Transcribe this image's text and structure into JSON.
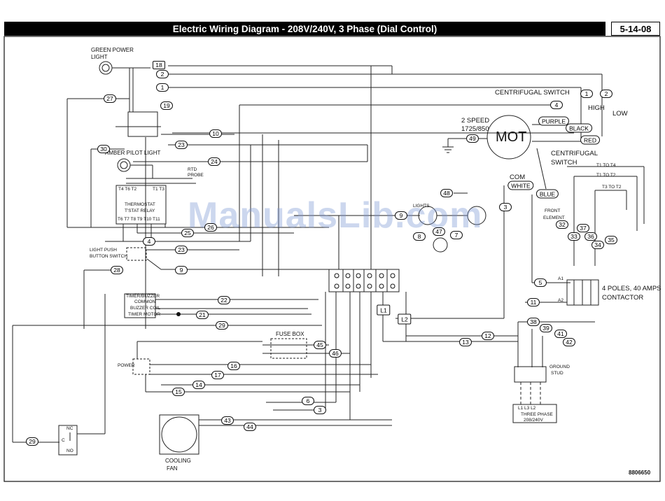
{
  "header": {
    "title": "Electric Wiring Diagram - 208V/240V, 3 Phase  (Dial Control)",
    "date": "5-14-08"
  },
  "labels": {
    "green_power_light_1": "GREEN POWER",
    "green_power_light_2": "LIGHT",
    "amber_pilot_light": "AMBER PILOT LIGHT",
    "rtd_probe_1": "RTD",
    "rtd_probe_2": "PROBE",
    "thermostat_1": "THERMOSTAT",
    "thermostat_2": "T'STAT RELAY",
    "light_push_1": "LIGHT PUSH",
    "light_push_2": "BUTTON SWITCH",
    "timer_buzzer": "TIMER/BUZZER",
    "timer_common": "COMMON",
    "timer_buzzer_coil": "BUZZER COIL",
    "timer_motor": "TIMER MOTOR",
    "fuse_box": "FUSE BOX",
    "power": "POWER",
    "cooling_fan_1": "COOLING",
    "cooling_fan_2": "FAN",
    "centrifugal_switch_top": "CENTRIFUGAL SWITCH",
    "high": "HIGH",
    "low": "LOW",
    "two_speed_1": "2 SPEED",
    "two_speed_2": "1725/850",
    "mot": "MOT",
    "purple": "PURPLE",
    "black": "BLACK",
    "red": "RED",
    "blue": "BLUE",
    "white": "WHITE",
    "com": "COM",
    "centrifugal_switch_1": "CENTRIFUGAL",
    "centrifugal_switch_2": "SWITCH",
    "t1_t4": "T1 TO T4",
    "t1_t2": "T1 TO T2",
    "t3_t2": "T3 TO T2",
    "front_element_1": "FRONT",
    "front_element_2": "ELEMENT",
    "contactor_1": "4 POLES, 40 AMPS",
    "contactor_2": "CONTACTOR",
    "ground_stud_1": "GROUND",
    "ground_stud_2": "STUD",
    "three_phase_terms": "L1  L3  L2",
    "three_phase_1": "THREE PHASE",
    "three_phase_2": "208/240V",
    "lights": "LIGHTS",
    "nc": "NC",
    "c": "C",
    "no": "NO",
    "a1": "A1",
    "a2": "A2",
    "l1": "L1",
    "l2": "L2",
    "t4t6t2": "T4  T6  T2",
    "t1t3": "T1  T3",
    "t6t7": "T6  T7  T8  T9  T10 T11",
    "doc_number": "8806650",
    "watermark": "ManualsLib.com"
  },
  "wire_numbers": [
    "18",
    "2",
    "1",
    "27",
    "19",
    "10",
    "23",
    "30",
    "24",
    "26",
    "25",
    "4",
    "23",
    "9",
    "28",
    "22",
    "21",
    "29",
    "45",
    "46",
    "16",
    "17",
    "14",
    "15",
    "6",
    "3",
    "43",
    "44",
    "29",
    "48",
    "9",
    "8",
    "47",
    "7",
    "4",
    "49",
    "3",
    "5",
    "11",
    "32",
    "33",
    "37",
    "36",
    "34",
    "35",
    "38",
    "39",
    "41",
    "42",
    "13",
    "12",
    "1",
    "2"
  ]
}
